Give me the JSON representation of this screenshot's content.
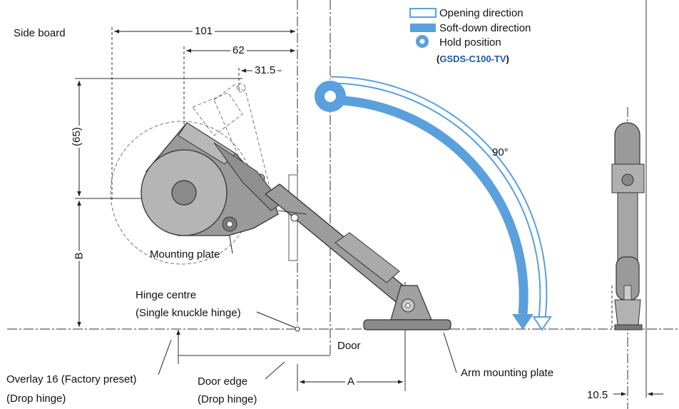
{
  "labels": {
    "side_board": "Side board",
    "mounting_plate": "Mounting plate",
    "hinge_centre": "Hinge centre",
    "single_knuckle": "(Single knuckle hinge)",
    "overlay": "Overlay 16 (Factory preset)",
    "drop_hinge_1": "(Drop hinge)",
    "door_edge": "Door edge",
    "drop_hinge_2": "(Drop hinge)",
    "door": "Door",
    "arm_mounting_plate": "Arm mounting plate",
    "angle": "90°"
  },
  "dimensions": {
    "d101": "101",
    "d62": "62",
    "d31_5": "31.5",
    "d65": "(65)",
    "dB": "B",
    "dA": "A",
    "d10_5": "10.5"
  },
  "legend": {
    "opening": "Opening direction",
    "soft_down": "Soft-down direction",
    "hold": "Hold position",
    "code_prefix": "(",
    "code": "GSDS-C100-TV",
    "code_suffix": ")"
  },
  "colors": {
    "blue": "#5aa0dc",
    "blue_dark": "#3a86cc",
    "part_gray": "#9a9a9a",
    "part_light": "#bdbdbd",
    "part_dark": "#6e6e6e",
    "line": "#222222"
  }
}
